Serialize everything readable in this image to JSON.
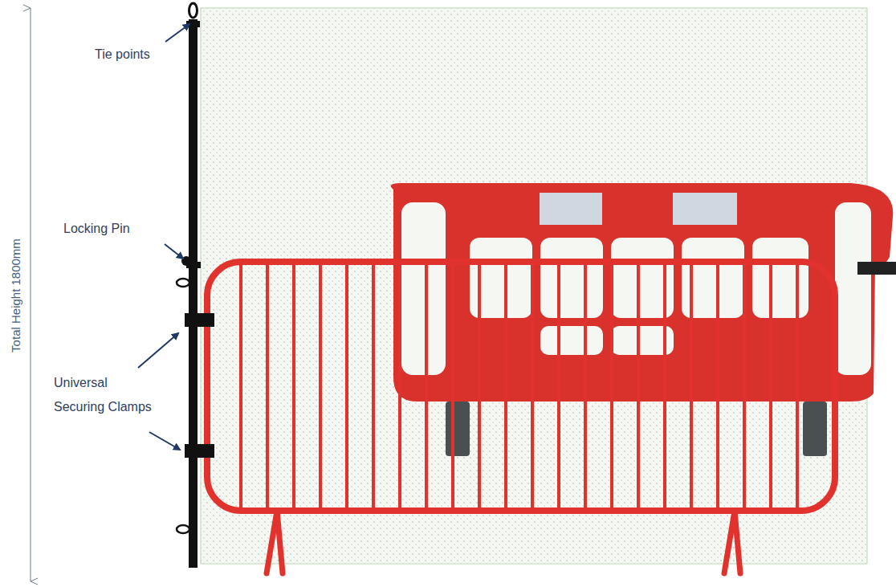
{
  "diagram": {
    "labels": [
      "Tie points",
      "Locking Pin",
      "Universal Securing Clamps",
      "Total Height 1800mm"
    ]
  }
}
